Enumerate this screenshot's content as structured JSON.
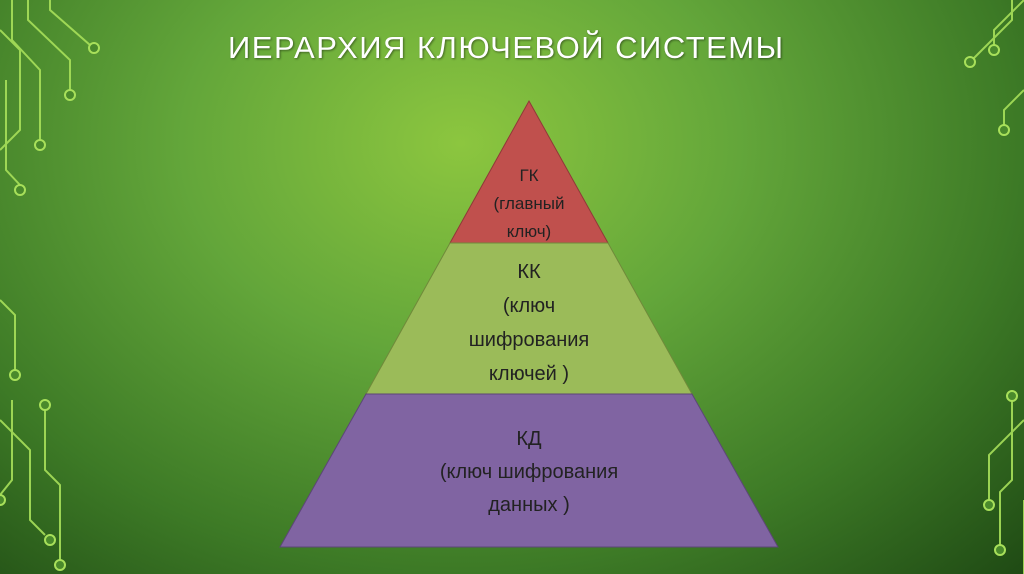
{
  "title": "ИЕРАРХИЯ КЛЮЧЕВОЙ СИСТЕМЫ",
  "colors": {
    "background": "#63a63a",
    "top_tier": "#c0504d",
    "middle_tier": "#9bbb59",
    "bottom_tier": "#8064a2",
    "circuit": "#a8e05a"
  },
  "pyramid": {
    "top": {
      "lines": [
        "ГК",
        "(главный",
        "ключ)"
      ]
    },
    "middle": {
      "lines": [
        "КК",
        "(ключ",
        "шифрования",
        "ключей )"
      ]
    },
    "bottom": {
      "lines": [
        "КД",
        "(ключ шифрования",
        "данных )"
      ]
    }
  }
}
